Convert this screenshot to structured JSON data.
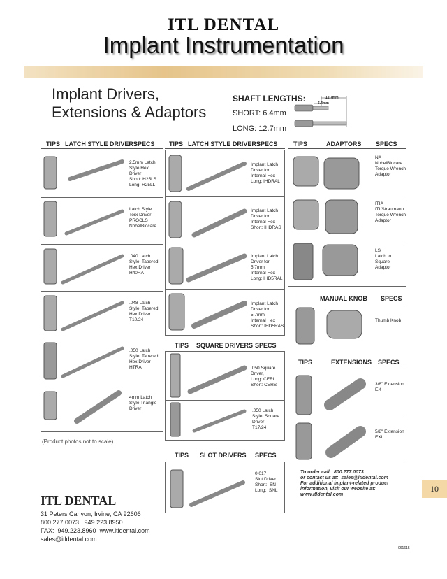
{
  "header": {
    "brand": "ITL DENTAL",
    "title": "Implant Instrumentation"
  },
  "section": {
    "title_line1": "Implant Drivers,",
    "title_line2": "Extensions & Adaptors"
  },
  "shaft": {
    "title": "SHAFT LENGTHS:",
    "short": "SHORT:  6.4mm",
    "long": "LONG:  12.7mm",
    "dim_long": "12.7mm",
    "dim_short": "6.4mm"
  },
  "columns": {
    "col1": {
      "tips": "TIPS",
      "title": "LATCH STYLE DRIVERS",
      "specs": "SPECS"
    },
    "col2": {
      "tips": "TIPS",
      "title": "LATCH STYLE DRIVERS",
      "specs": "SPECS"
    },
    "col3": {
      "tips": "TIPS",
      "title": "ADAPTORS",
      "specs": "SPECS"
    }
  },
  "col1_items": [
    "2.5mm Latch\nStyle Hex\nDriver\nShort: H25LS\nLong: H25LL",
    "Latch Style\nTorx Driver\nPROCLS\nNobelBiocare",
    ".040 Latch\nStyle, Tapered\nHex Driver\nH40RA",
    ".048 Latch\nStyle, Tapered\nHex Driver\nT10/24",
    ".050 Latch\nStyle, Tapered\nHex Driver\nHTRA",
    "4mm Latch\nStyle Triangle\nDriver"
  ],
  "col2_items": [
    "Implant Latch\nDriver for\nInternal Hex\nLong: IHDRAL",
    "Implant Latch\nDriver for\nInternal Hex\nShort: IHDRAS",
    "Implant Latch\nDriver for\n5.7mm\nInternal Hex\nLong: IHD5RAL",
    "Implant Latch\nDriver for\n5.7mm\nInternal Hex\nShort: IHD5RAS"
  ],
  "square": {
    "tips": "TIPS",
    "title": "SQUARE DRIVERS",
    "specs": "SPECS",
    "items": [
      ".050 Square\nDriver,\nLong: CERL\nShort: CERS",
      ".050 Latch\nStyle, Square\nDriver\nT17/24"
    ]
  },
  "slot": {
    "tips": "TIPS",
    "title": "SLOT DRIVERS",
    "specs": "SPECS",
    "items": [
      "0.017\nSlot Driver\nShort:  SN\nLong:  SNL"
    ]
  },
  "adaptors": [
    "NA\nNobelBiocare\nTorque Wrench\nAdaptor",
    "ITIA\nITI/Straumann\nTorque Wrench\nAdaptor",
    "LS\nLatch to\nSquare\nAdaptor"
  ],
  "knob": {
    "title": "MANUAL KNOB",
    "specs": "SPECS",
    "item": "Thumb Knob"
  },
  "extensions": {
    "tips": "TIPS",
    "title": "EXTENSIONS",
    "specs": "SPECS",
    "items": [
      "3/8\" Extension\nEX",
      "5/8\" Extension\nEXL"
    ]
  },
  "footer": {
    "note": "(Product photos not to scale)",
    "order_text": "To order call:  800.277.0073\nor contact us at:  sales@itldental.com\nFor additional implant-related product\ninformation, visit our website at:\nwww.itldental.com",
    "page_number": "10",
    "brand": "ITL DENTAL",
    "address": "31 Peters Canyon, Irvine, CA 92606\n800.277.0073   949.223.8950\nFAX:  949.223.8960  www.itldental.com\nsales@itldental.com",
    "code": "061615"
  }
}
